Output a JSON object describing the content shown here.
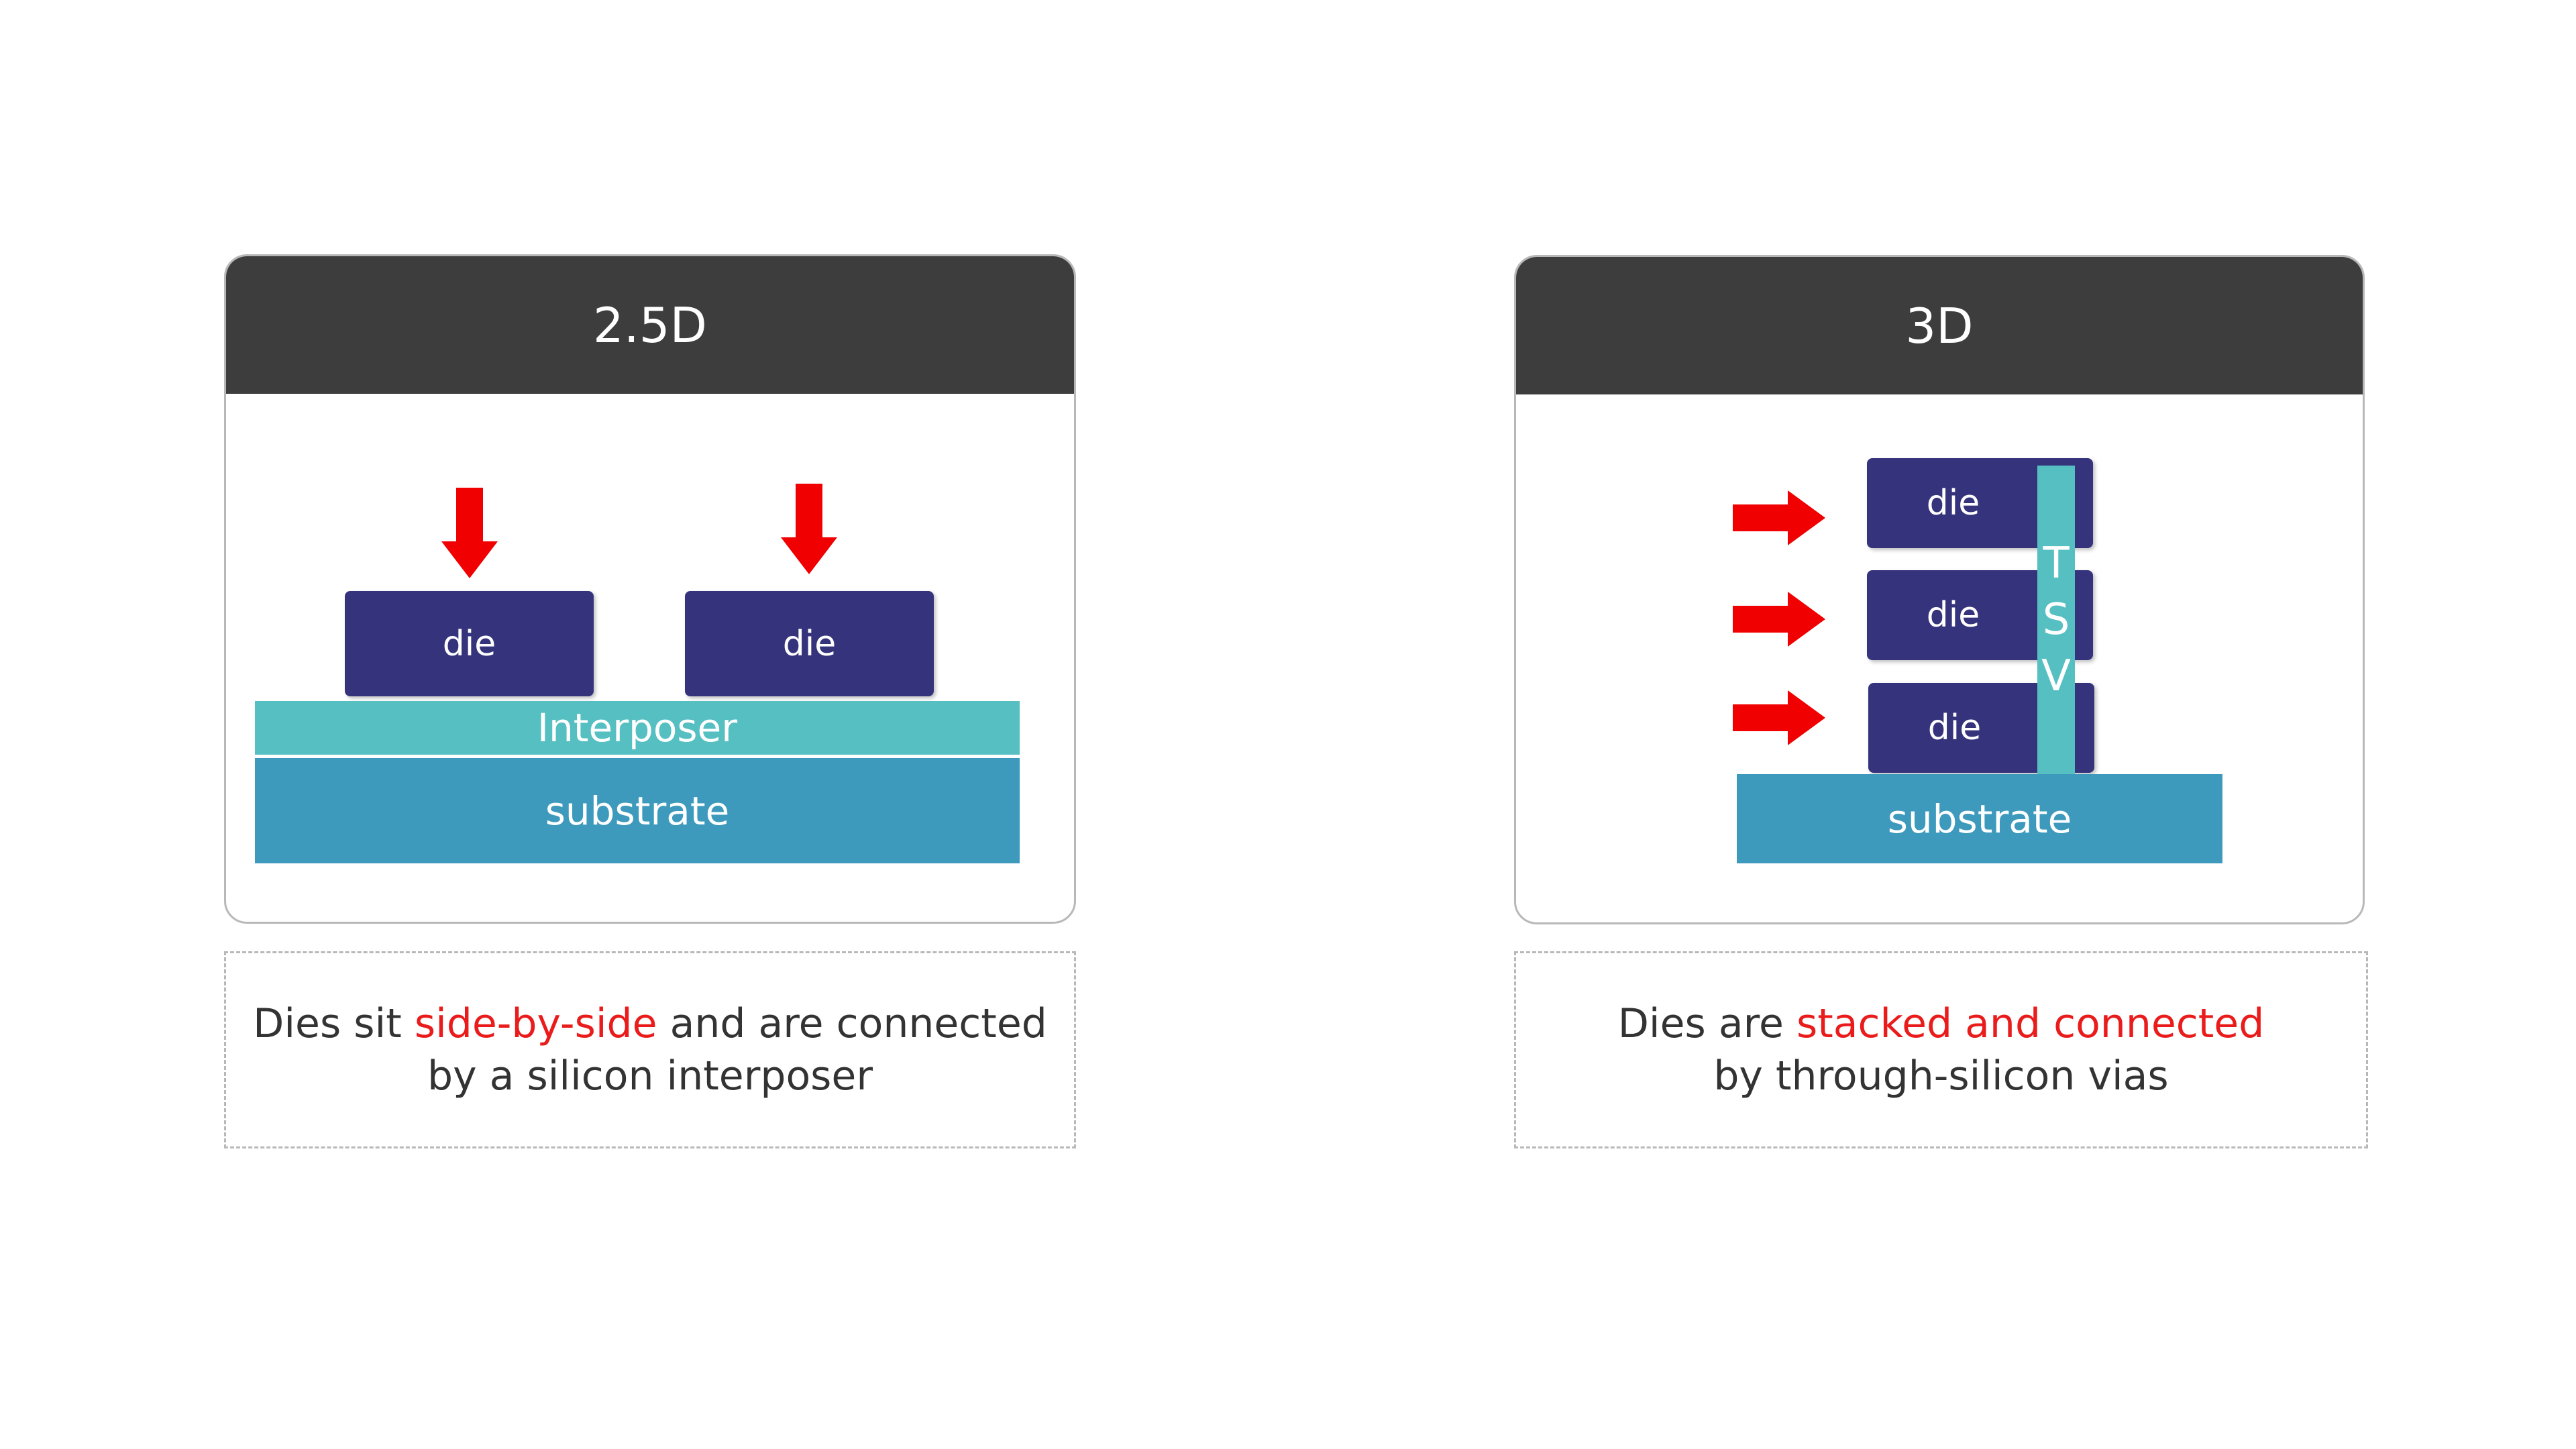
{
  "colors": {
    "header_bg": "#3d3d3d",
    "die": "#35337c",
    "interposer": "#56bfc2",
    "substrate": "#3d9abd",
    "tsv": "#56bfc2",
    "arrow": "#f00000",
    "highlight_text": "#ea1b1b"
  },
  "left_panel": {
    "title": "2.5D",
    "die_1": "die",
    "die_2": "die",
    "interposer": "Interposer",
    "substrate": "substrate",
    "arrow_icon": "arrow-down-icon"
  },
  "right_panel": {
    "title": "3D",
    "die_top": "die",
    "die_middle": "die",
    "die_bottom": "die",
    "tsv_letters": [
      "T",
      "S",
      "V"
    ],
    "substrate": "substrate",
    "arrow_icon": "arrow-right-icon"
  },
  "left_caption": {
    "before": "Dies sit ",
    "highlight": "side-by-side",
    "after": " and are connected",
    "line2": "by a silicon interposer"
  },
  "right_caption": {
    "before": "Dies are ",
    "highlight": "stacked and connected",
    "after": "",
    "line2": "by through-silicon vias"
  }
}
